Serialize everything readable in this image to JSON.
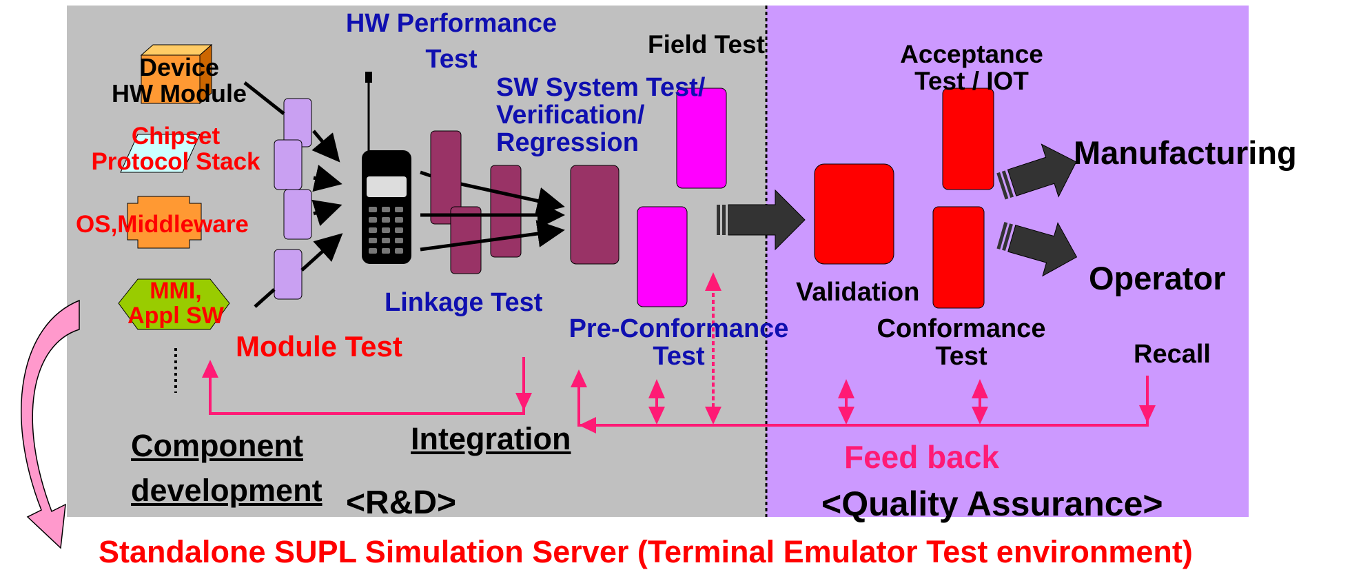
{
  "colors": {
    "rd_bg": "#c0c0c0",
    "qa_bg": "#cc99ff",
    "purple_box": "#c9a0f2",
    "maroon_box": "#993366",
    "magenta_box": "#ff00ff",
    "red_box": "#ff0000",
    "feedback_line": "#ff1a75",
    "arrow_dark": "#333333"
  },
  "labels": {
    "device_hw_module": [
      "Device",
      "HW Module"
    ],
    "chipset_protocol_stack": [
      "Chipset",
      "Protocol Stack"
    ],
    "os_middleware": "OS,Middleware",
    "mmi_appl_sw": [
      "MMI,",
      "Appl SW"
    ],
    "hw_performance_test": [
      "HW Performance",
      "Test"
    ],
    "field_test": "Field Test",
    "sw_system_test": [
      "SW System Test/",
      "Verification/",
      "Regression"
    ],
    "acceptance_test": [
      "Acceptance",
      "Test / IOT"
    ],
    "manufacturing": "Manufacturing",
    "operator": "Operator",
    "validation": "Validation",
    "linkage_test": "Linkage Test",
    "pre_conformance_test": [
      "Pre-Conformance",
      "Test"
    ],
    "conformance_test": [
      "Conformance",
      "Test"
    ],
    "module_test": "Module Test",
    "recall": "Recall",
    "component_development": [
      "Component",
      "development"
    ],
    "integration": "Integration",
    "feed_back": "Feed back",
    "rd": "<R&D>",
    "quality_assurance": "<Quality Assurance>",
    "bottom_caption": "Standalone SUPL Simulation Server (Terminal Emulator Test environment)"
  }
}
